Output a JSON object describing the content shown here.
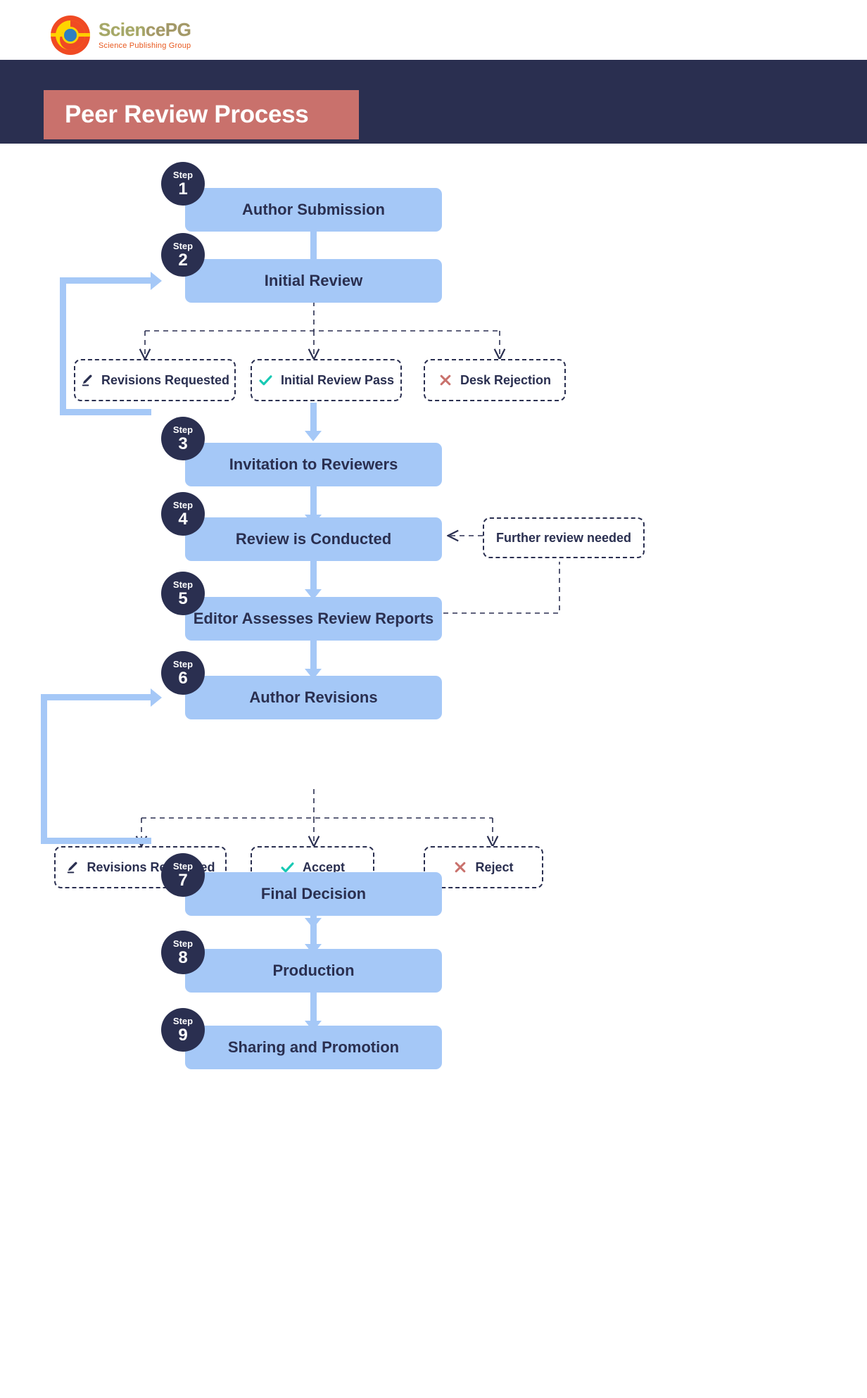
{
  "brand": {
    "name": "SciencePG",
    "tagline": "Science Publishing Group",
    "logo_icon": "sciencepg-circle-logo"
  },
  "header": {
    "title": "Peer Review Process",
    "band_color": "#2a2f50",
    "title_box_color": "#c9716c",
    "title_text_color": "#ffffff"
  },
  "theme": {
    "step_fill": "#a5c8f7",
    "step_text": "#2a2f50",
    "badge_fill": "#2a2f50",
    "badge_text": "#ffffff",
    "chip_border": "#2a2f50",
    "accept_green": "#18c9b4",
    "reject_red": "#c9716c",
    "arrow_blue": "#a5c8f7",
    "dashed_connector": "#2a2f50"
  },
  "steps": [
    {
      "badge_word": "Step",
      "number": "1",
      "label": "Author Submission"
    },
    {
      "badge_word": "Step",
      "number": "2",
      "label": "Initial Review"
    },
    {
      "badge_word": "Step",
      "number": "3",
      "label": "Invitation to Reviewers"
    },
    {
      "badge_word": "Step",
      "number": "4",
      "label": "Review is Conducted"
    },
    {
      "badge_word": "Step",
      "number": "5",
      "label": "Editor Assesses Review Reports"
    },
    {
      "badge_word": "Step",
      "number": "6",
      "label": "Author Revisions"
    },
    {
      "badge_word": "Step",
      "number": "7",
      "label": "Final Decision"
    },
    {
      "badge_word": "Step",
      "number": "8",
      "label": "Production"
    },
    {
      "badge_word": "Step",
      "number": "9",
      "label": "Sharing and Promotion"
    }
  ],
  "branch_one": {
    "from_step": "Initial Review",
    "outcomes": [
      {
        "label": "Revisions Requested",
        "icon": "pencil-icon",
        "icon_color": "#2a2f50"
      },
      {
        "label": "Initial Review Pass",
        "icon": "check-icon",
        "icon_color": "#18c9b4"
      },
      {
        "label": "Desk Rejection",
        "icon": "cross-icon",
        "icon_color": "#c9716c"
      }
    ]
  },
  "branch_two": {
    "from_step": "Author Revisions",
    "outcomes": [
      {
        "label": "Revisions Requested",
        "icon": "pencil-icon",
        "icon_color": "#2a2f50"
      },
      {
        "label": "Accept",
        "icon": "check-icon",
        "icon_color": "#18c9b4"
      },
      {
        "label": "Reject",
        "icon": "cross-icon",
        "icon_color": "#c9716c"
      }
    ]
  },
  "side_note": {
    "label": "Further review needed",
    "targets_step": "Review is Conducted",
    "source_step": "Editor Assesses Review Reports"
  }
}
